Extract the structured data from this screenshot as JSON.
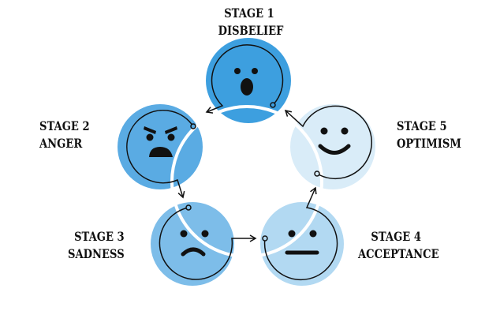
{
  "stages": [
    {
      "stage": "STAGE 1",
      "name": "DISBELIEF",
      "face": "shocked-face",
      "color": "#3d9fdf"
    },
    {
      "stage": "STAGE 2",
      "name": "ANGER",
      "face": "angry-face",
      "color": "#5aabe3"
    },
    {
      "stage": "STAGE 3",
      "name": "SADNESS",
      "face": "sad-face",
      "color": "#7dbde9"
    },
    {
      "stage": "STAGE 4",
      "name": "ACCEPTANCE",
      "face": "neutral-face",
      "color": "#b2d9f2"
    },
    {
      "stage": "STAGE 5",
      "name": "OPTIMISM",
      "face": "smiling-face",
      "color": "#d9ecf8"
    }
  ]
}
